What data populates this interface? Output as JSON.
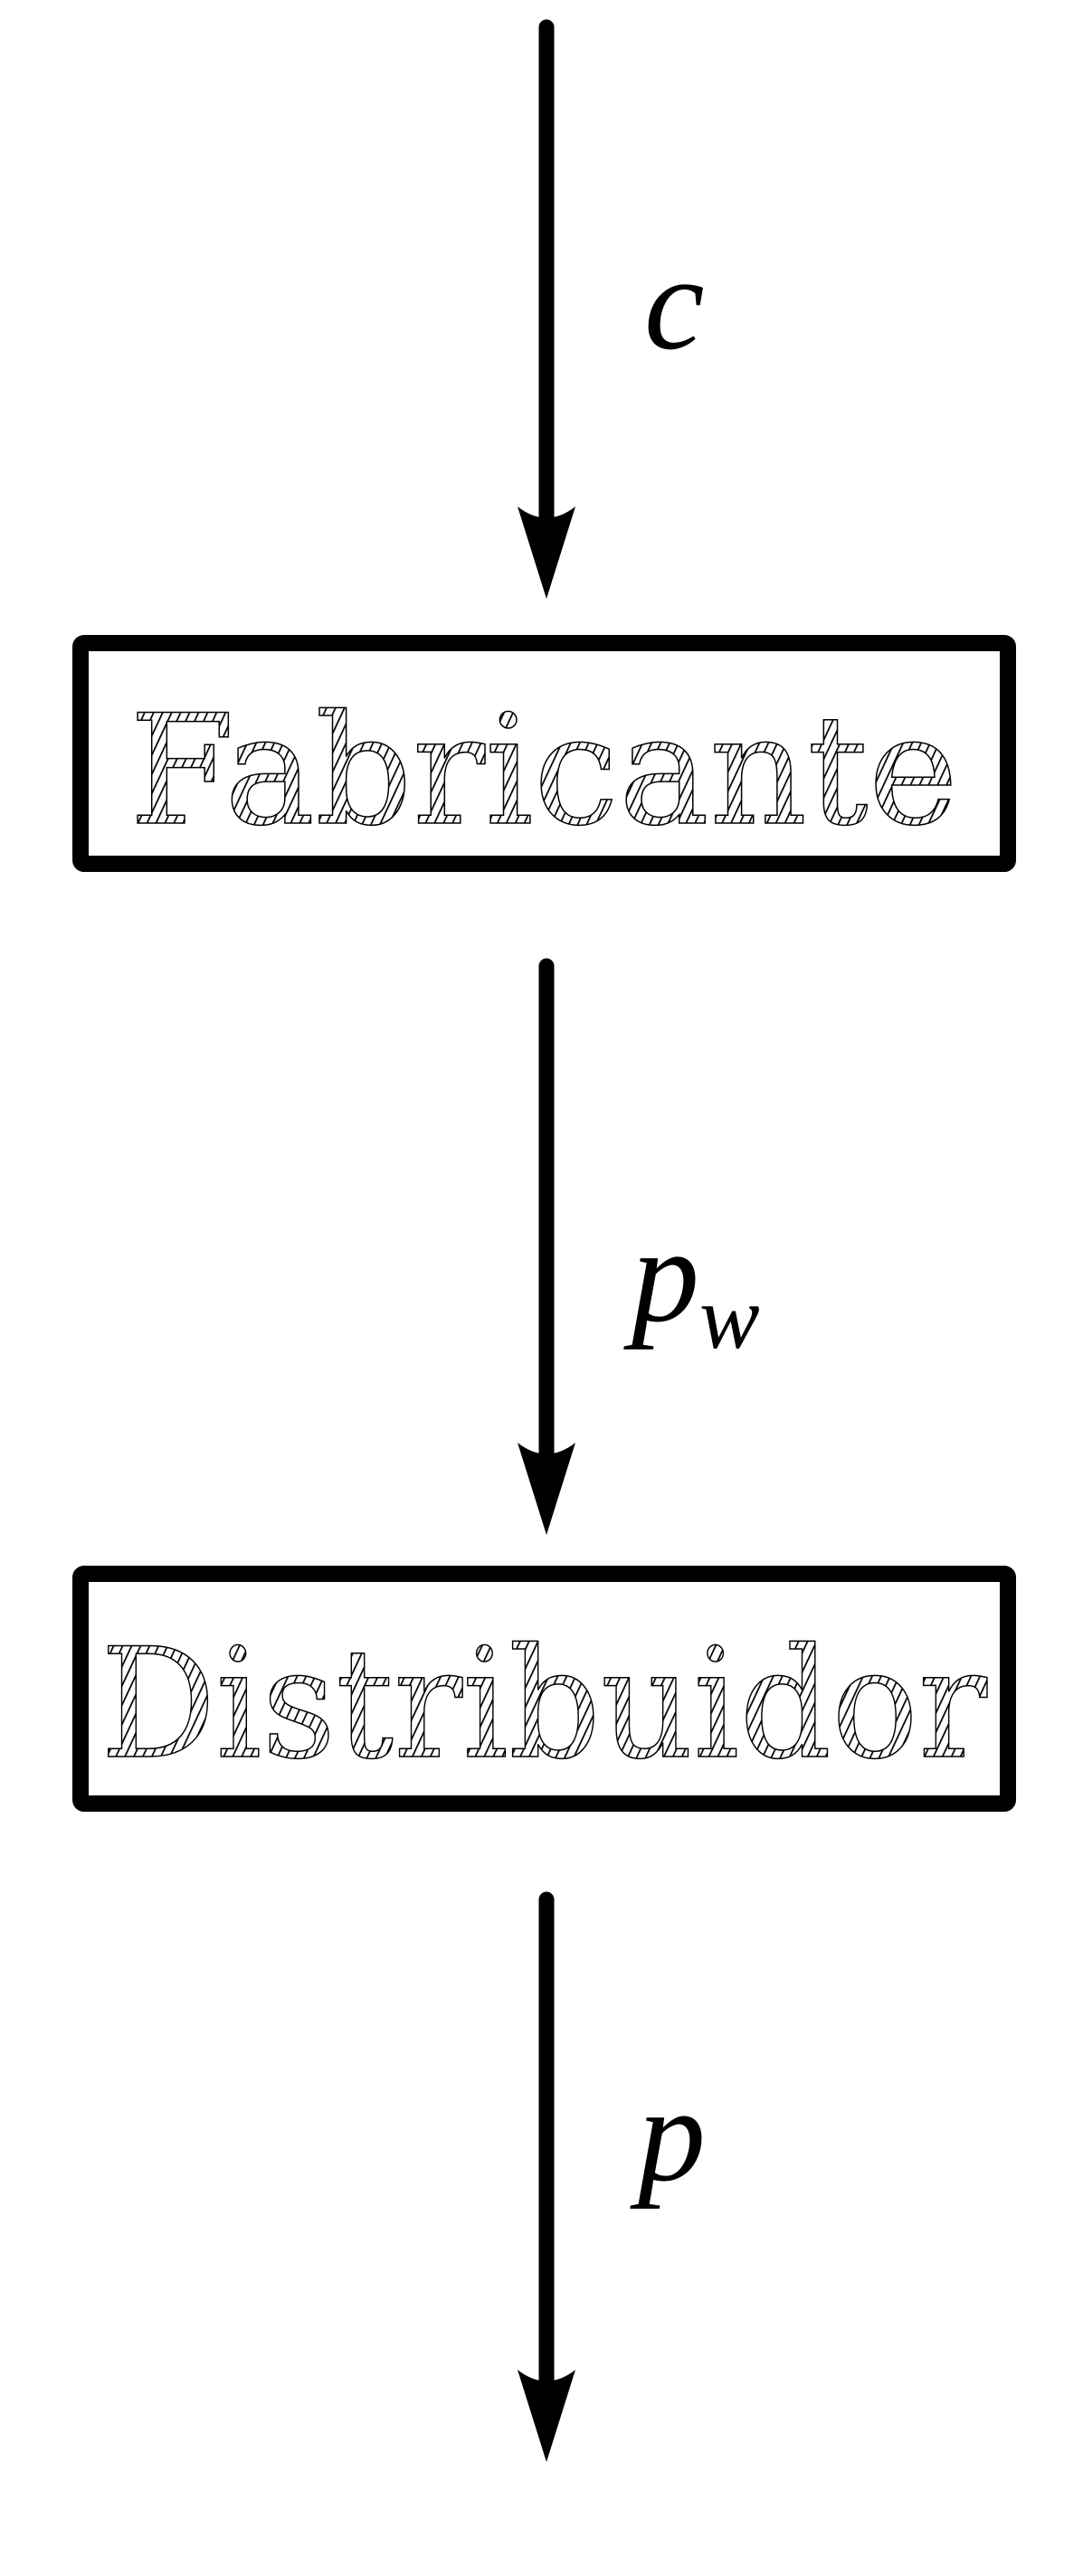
{
  "diagram": {
    "nodes": [
      {
        "id": "fabricante",
        "label": "Fabricante"
      },
      {
        "id": "distribuidor",
        "label": "Distribuidor"
      }
    ],
    "edges": [
      {
        "label_main": "c",
        "label_sub": "",
        "to": "fabricante"
      },
      {
        "label_main": "p",
        "label_sub": "w",
        "from": "fabricante",
        "to": "distribuidor"
      },
      {
        "label_main": "p",
        "label_sub": "",
        "from": "distribuidor"
      }
    ],
    "colors": {
      "stroke": "#000000",
      "background": "#ffffff"
    }
  }
}
